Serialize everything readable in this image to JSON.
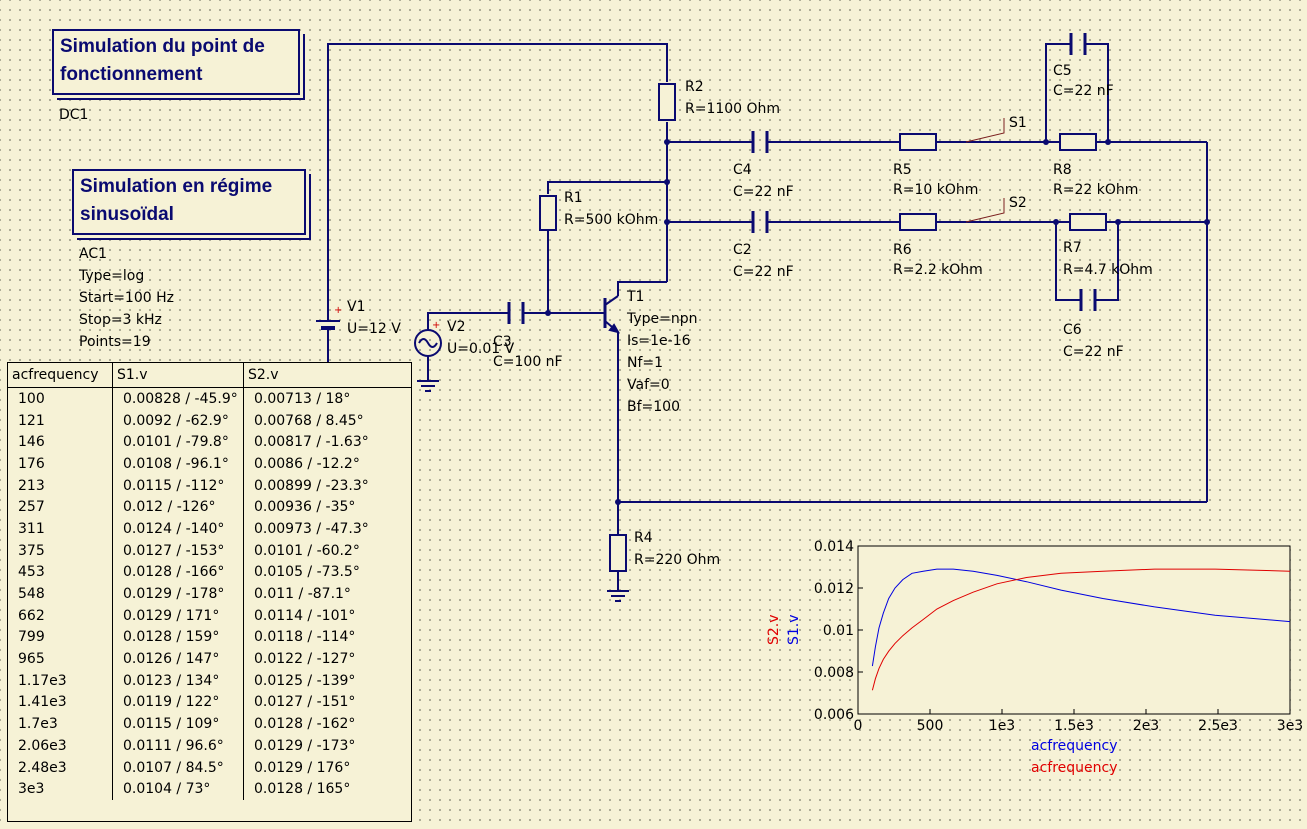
{
  "sim_boxes": {
    "dc_title": "Simulation du point de fonctionnement",
    "dc_name": "DC1",
    "ac_title": "Simulation en régime sinusoïdal"
  },
  "ac": {
    "name": "AC1",
    "type": "Type=log",
    "start": "Start=100 Hz",
    "stop": "Stop=3 kHz",
    "points": "Points=19"
  },
  "components": {
    "r2": {
      "name": "R2",
      "value": "R=1100 Ohm"
    },
    "r1": {
      "name": "R1",
      "value": "R=500 kOhm"
    },
    "c4": {
      "name": "C4",
      "value": "C=22 nF"
    },
    "c2": {
      "name": "C2",
      "value": "C=22 nF"
    },
    "r5": {
      "name": "R5",
      "value": "R=10 kOhm"
    },
    "r6": {
      "name": "R6",
      "value": "R=2.2 kOhm"
    },
    "r8": {
      "name": "R8",
      "value": "R=22 kOhm"
    },
    "r7": {
      "name": "R7",
      "value": "R=4.7 kOhm"
    },
    "c5": {
      "name": "C5",
      "value": "C=22 nF"
    },
    "c6": {
      "name": "C6",
      "value": "C=22 nF"
    },
    "v1": {
      "name": "V1",
      "value": "U=12 V"
    },
    "v2": {
      "name": "V2",
      "value": "U=0.01 V"
    },
    "c3": {
      "name": "C3",
      "value": "C=100 nF"
    },
    "t1": {
      "name": "T1",
      "type": "Type=npn",
      "is": "Is=1e-16",
      "nf": "Nf=1",
      "vaf": "Vaf=0",
      "bf": "Bf=100"
    },
    "r4": {
      "name": "R4",
      "value": "R=220 Ohm"
    },
    "s1": "S1",
    "s2": "S2"
  },
  "table": {
    "headers": [
      "acfrequency",
      "S1.v",
      "S2.v"
    ],
    "rows": [
      [
        "100",
        "0.00828 / -45.9°",
        "0.00713 / 18°"
      ],
      [
        "121",
        "0.0092 / -62.9°",
        "0.00768 / 8.45°"
      ],
      [
        "146",
        "0.0101 / -79.8°",
        "0.00817 / -1.63°"
      ],
      [
        "176",
        "0.0108 / -96.1°",
        "0.0086 / -12.2°"
      ],
      [
        "213",
        "0.0115 / -112°",
        "0.00899 / -23.3°"
      ],
      [
        "257",
        "0.012 / -126°",
        "0.00936 / -35°"
      ],
      [
        "311",
        "0.0124 / -140°",
        "0.00973 / -47.3°"
      ],
      [
        "375",
        "0.0127 / -153°",
        "0.0101 / -60.2°"
      ],
      [
        "453",
        "0.0128 / -166°",
        "0.0105 / -73.5°"
      ],
      [
        "548",
        "0.0129 / -178°",
        "0.011 / -87.1°"
      ],
      [
        "662",
        "0.0129 / 171°",
        "0.0114 / -101°"
      ],
      [
        "799",
        "0.0128 / 159°",
        "0.0118 / -114°"
      ],
      [
        "965",
        "0.0126 / 147°",
        "0.0122 / -127°"
      ],
      [
        "1.17e3",
        "0.0123 / 134°",
        "0.0125 / -139°"
      ],
      [
        "1.41e3",
        "0.0119 / 122°",
        "0.0127 / -151°"
      ],
      [
        "1.7e3",
        "0.0115 / 109°",
        "0.0128 / -162°"
      ],
      [
        "2.06e3",
        "0.0111 / 96.6°",
        "0.0129 / -173°"
      ],
      [
        "2.48e3",
        "0.0107 / 84.5°",
        "0.0129 / 176°"
      ],
      [
        "3e3",
        "0.0104 / 73°",
        "0.0128 / 165°"
      ]
    ]
  },
  "chart_data": {
    "type": "line",
    "xlim": [
      0,
      3000
    ],
    "ylim": [
      0.006,
      0.014
    ],
    "xticks": [
      "0",
      "500",
      "1e3",
      "1.5e3",
      "2e3",
      "2.5e3",
      "3e3"
    ],
    "yticks": [
      "0.006",
      "0.008",
      "0.01",
      "0.012",
      "0.014"
    ],
    "ylabels": [
      {
        "text": "S2.v",
        "color": "#e00000"
      },
      {
        "text": "S1.v",
        "color": "#0000e0"
      }
    ],
    "xlabels": [
      {
        "text": "acfrequency",
        "color": "#0000e0"
      },
      {
        "text": "acfrequency",
        "color": "#e00000"
      }
    ],
    "x": [
      100,
      121,
      146,
      176,
      213,
      257,
      311,
      375,
      453,
      548,
      662,
      799,
      965,
      1170,
      1410,
      1700,
      2060,
      2480,
      3000
    ],
    "series": [
      {
        "name": "S1.v",
        "color": "#0000e0",
        "values": [
          0.00828,
          0.0092,
          0.0101,
          0.0108,
          0.0115,
          0.012,
          0.0124,
          0.0127,
          0.0128,
          0.0129,
          0.0129,
          0.0128,
          0.0126,
          0.0123,
          0.0119,
          0.0115,
          0.0111,
          0.0107,
          0.0104
        ]
      },
      {
        "name": "S2.v",
        "color": "#e00000",
        "values": [
          0.00713,
          0.00768,
          0.00817,
          0.0086,
          0.00899,
          0.00936,
          0.00973,
          0.0101,
          0.0105,
          0.011,
          0.0114,
          0.0118,
          0.0122,
          0.0125,
          0.0127,
          0.0128,
          0.0129,
          0.0129,
          0.0128
        ]
      }
    ],
    "grid": false
  }
}
